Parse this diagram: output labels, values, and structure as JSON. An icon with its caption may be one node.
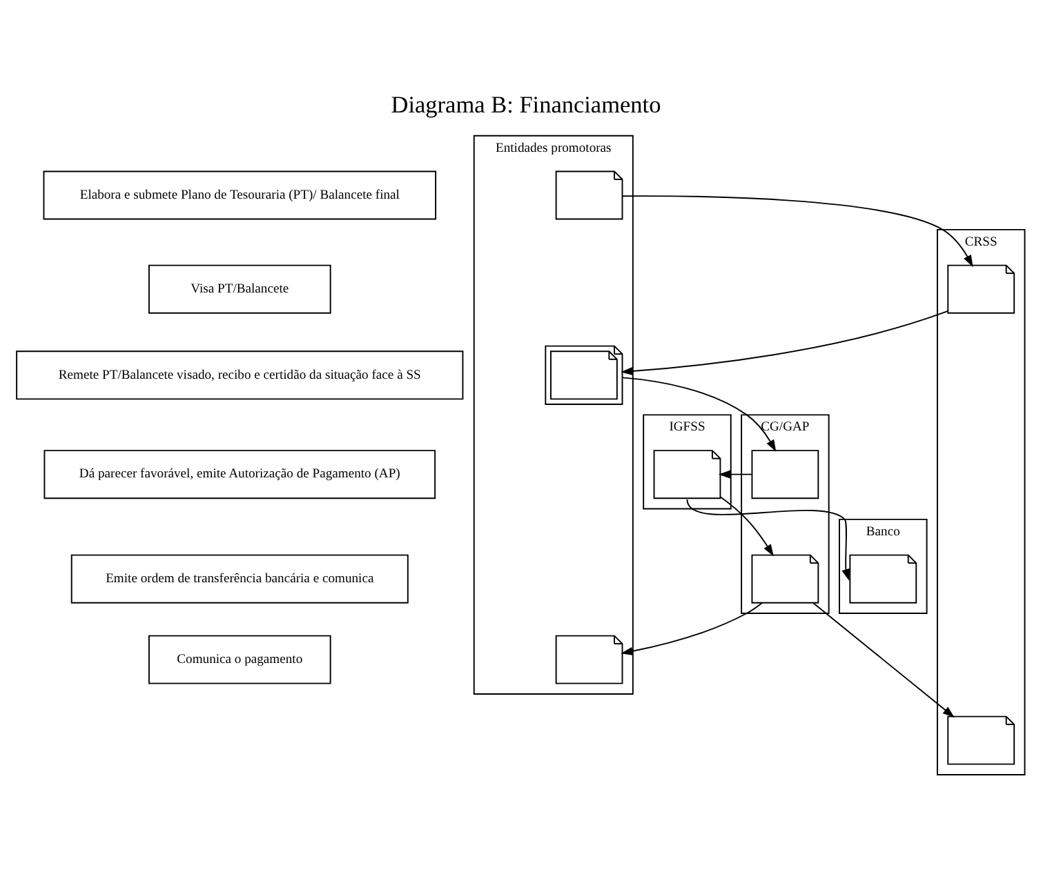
{
  "diagram": {
    "title": "Diagrama B: Financiamento",
    "nodes": [
      {
        "text": [
          "Elabora e submete Plano de Tesouraria (PT)/ Balancete final"
        ]
      },
      {
        "text": [
          "Visa PT/Balancete"
        ]
      },
      {
        "text": [
          "Remete PT/Balancete visado, recibo e certidão da situação face à SS"
        ]
      },
      {
        "text": [
          "Dá parecer favorável, emite Autorização de Pagamento (AP)"
        ]
      },
      {
        "text": [
          "Emite ordem de transferência bancária e comunica"
        ]
      },
      {
        "text": [
          "Comunica o pagamento"
        ]
      },
      {
        "text": [
          "Entidades promotoras"
        ]
      },
      {
        "text": [
          "CRSS"
        ]
      },
      {
        "text": [
          "CG/GAP"
        ]
      },
      {
        "text": [
          "IGFSS"
        ]
      },
      {
        "text": [
          "Banco"
        ]
      },
      {
        "text": [],
        "shape": "document",
        "in": 6
      },
      {
        "text": [],
        "shape": "document",
        "in": 7
      },
      {
        "text": [],
        "shape": "document",
        "in": 6
      },
      {
        "text": [],
        "shape": "box",
        "in": 8
      },
      {
        "text": [],
        "shape": "document",
        "in": 9
      },
      {
        "text": [],
        "shape": "document",
        "in": 8
      },
      {
        "text": [],
        "shape": "document",
        "in": 10
      },
      {
        "text": [],
        "shape": "document",
        "in": 6
      },
      {
        "text": [],
        "shape": "document",
        "in": 7
      }
    ],
    "edges": [
      {
        "from": 11,
        "to": 12,
        "arrow": "to"
      },
      {
        "from": 12,
        "to": 13,
        "arrow": "to"
      },
      {
        "from": 13,
        "to": 14,
        "arrow": "to"
      },
      {
        "from": 14,
        "to": 15,
        "arrow": "to"
      },
      {
        "from": 15,
        "to": 16,
        "arrow": "to"
      },
      {
        "from": 15,
        "to": 17,
        "arrow": "to"
      },
      {
        "from": 16,
        "to": 18,
        "arrow": "to"
      },
      {
        "from": 16,
        "to": 19,
        "arrow": "to"
      }
    ]
  }
}
